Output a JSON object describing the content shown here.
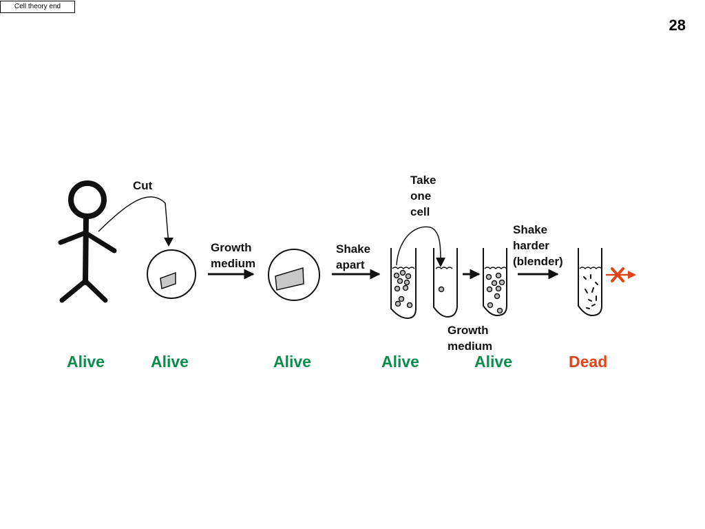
{
  "header": {
    "tag": "Cell theory end",
    "page_number": "28"
  },
  "labels": {
    "cut": "Cut",
    "growth_medium_1": [
      "Growth",
      "medium"
    ],
    "shake_apart": [
      "Shake",
      "apart"
    ],
    "take_one_cell": [
      "Take",
      "one",
      "cell"
    ],
    "shake_harder": [
      "Shake",
      "harder",
      "(blender)"
    ],
    "growth_medium_2": [
      "Growth",
      "medium"
    ]
  },
  "statuses": [
    "Alive",
    "Alive",
    "Alive",
    "Alive",
    "Alive",
    "Dead"
  ],
  "colors": {
    "alive": "#0a8c4a",
    "dead": "#e0441a",
    "ink": "#111111",
    "tissue": "#c8c8c8"
  },
  "icons": [
    "stick-figure-icon",
    "petri-dish-icon",
    "test-tube-icon",
    "cross-mark-icon"
  ]
}
